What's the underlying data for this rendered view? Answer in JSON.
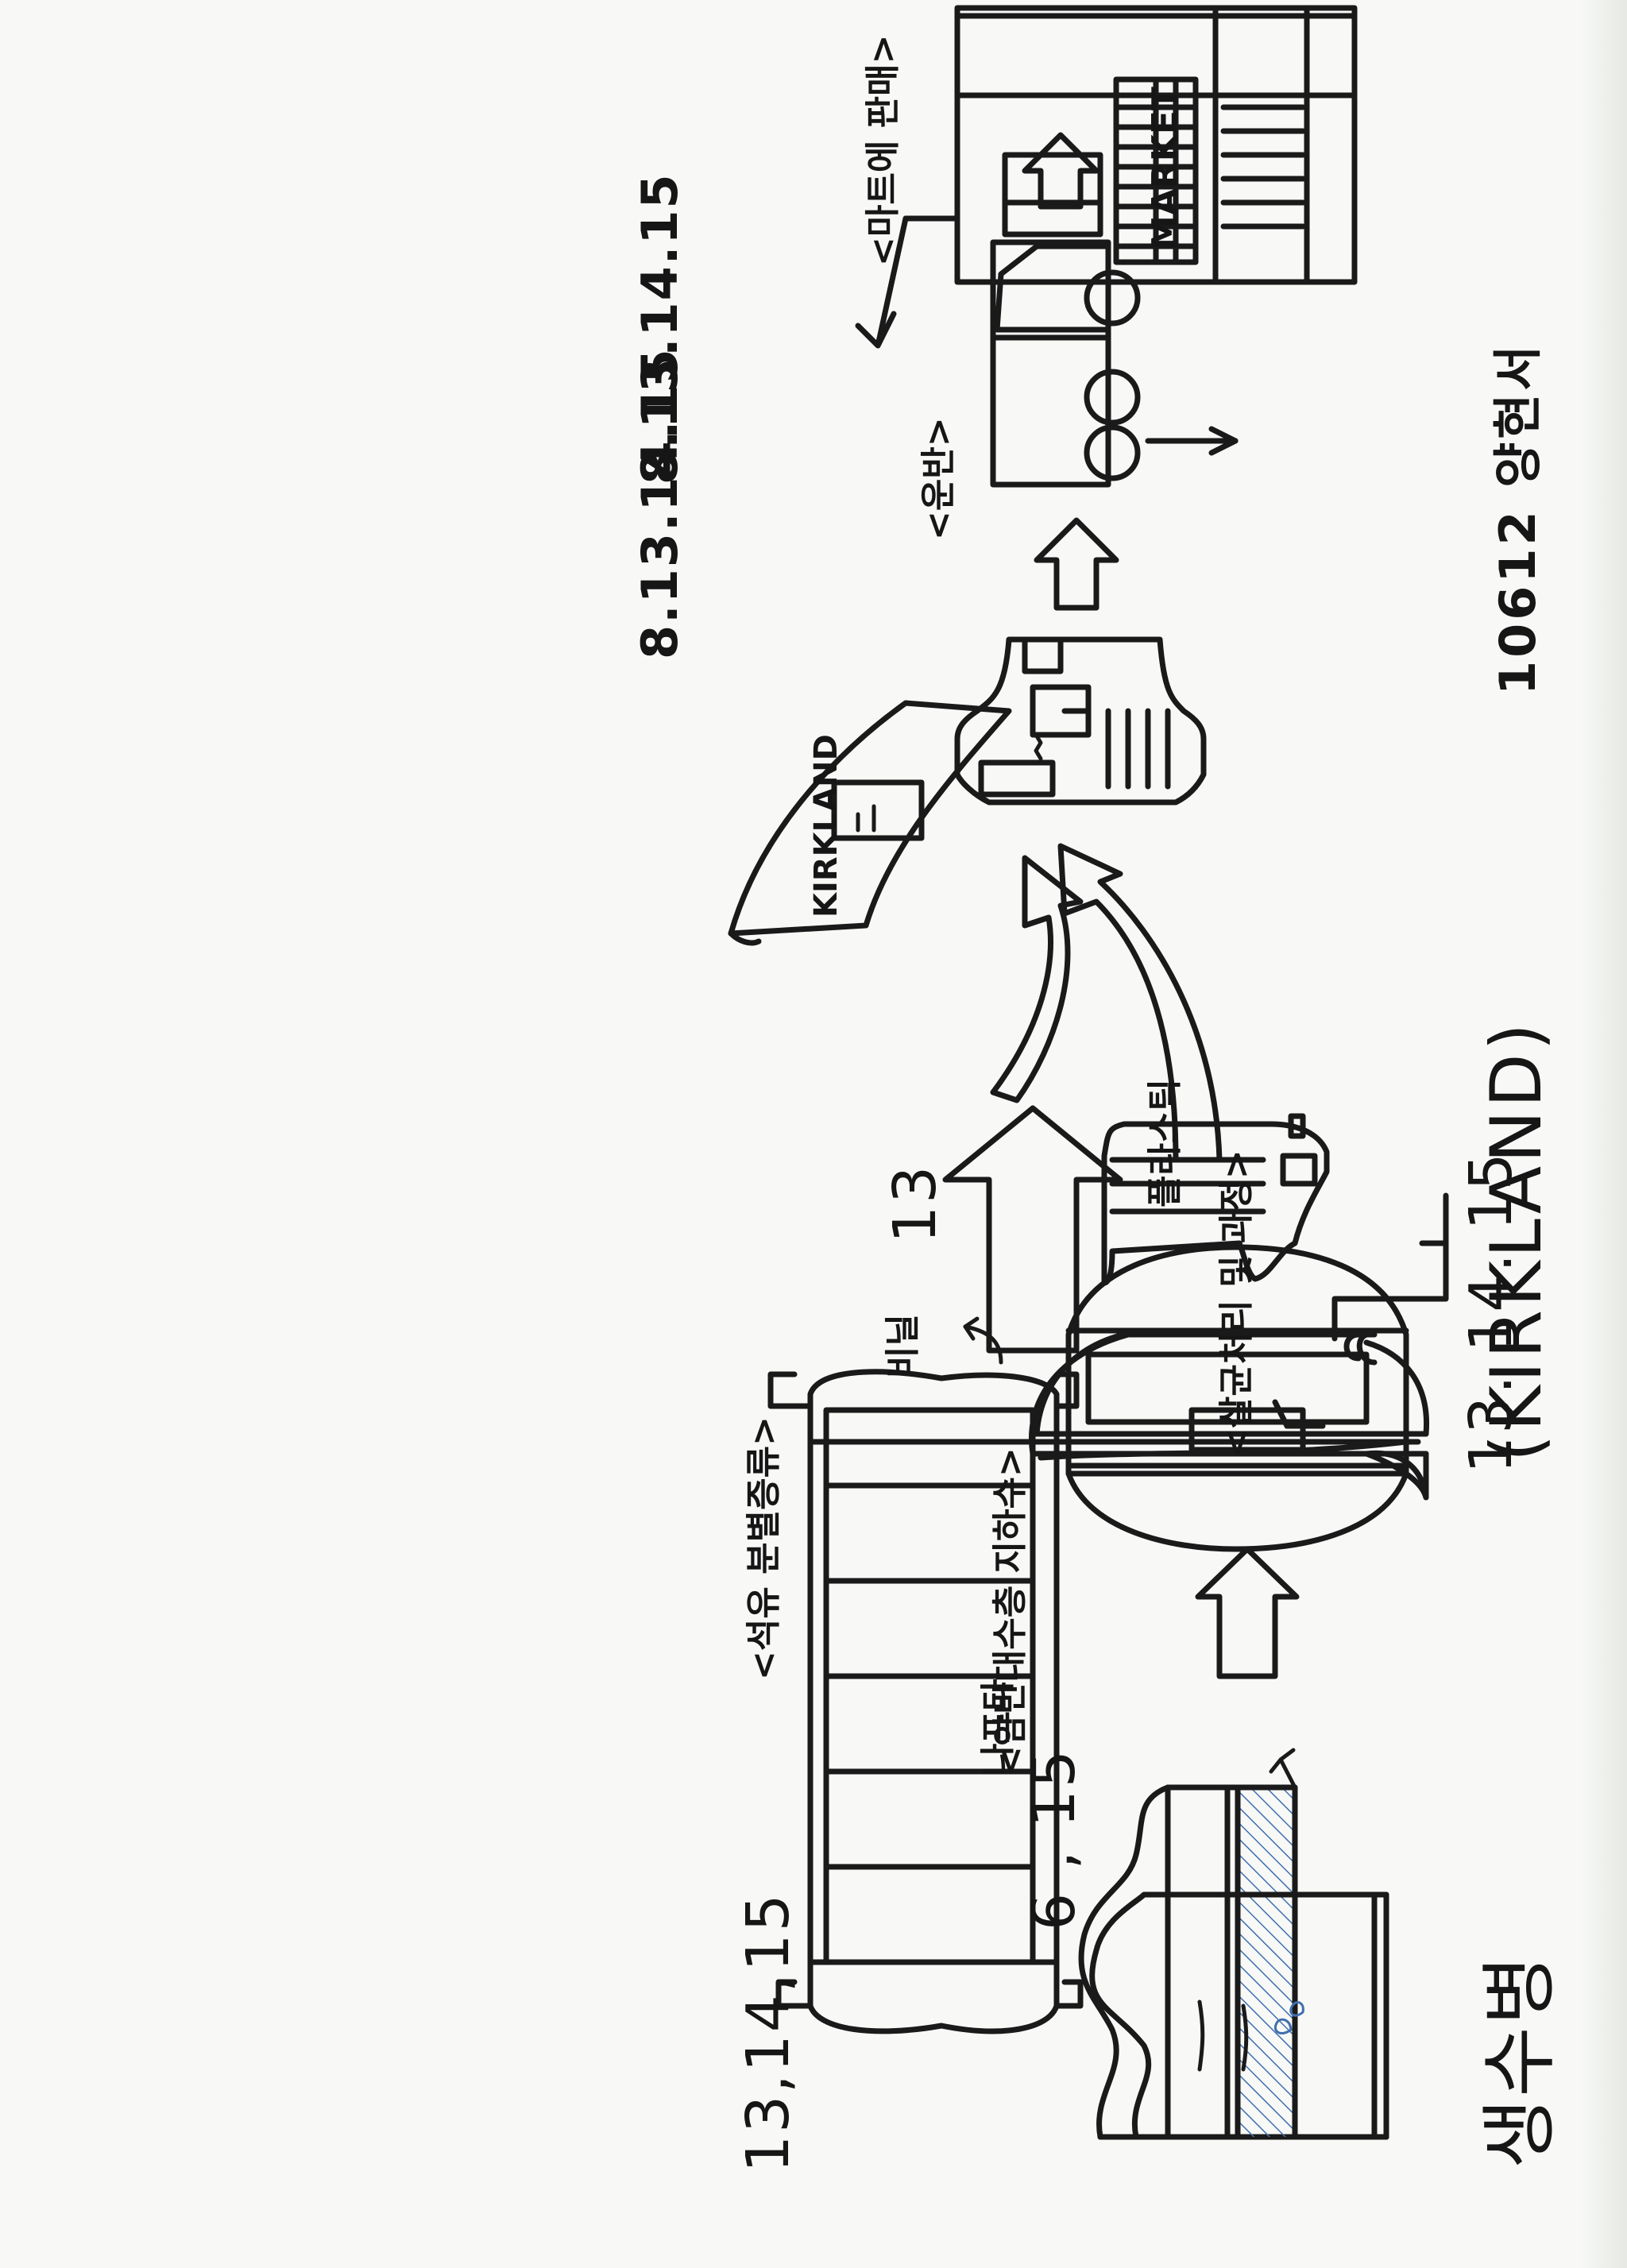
{
  "title": "생수병",
  "brand": "(KIRKLAND)",
  "author": "10612 양현서",
  "steps": {
    "source_label": "<암반대수층 지하수>",
    "source_numbers": "6 , 15",
    "purify_label": "<살균처리 및 과정>",
    "purify_number": "13",
    "naphtha_tank_text": "나프타",
    "naphtha_label": "<석유 분별증류>",
    "naphtha_numbers": "13,14,15",
    "vinyl_label": "비닐",
    "vinyl_brand": "KIRKLAND",
    "plastic_label": "플라스틱",
    "parts_numbers": "13. 14. 15",
    "transport_label": "<운반>",
    "transport_numbers": "8.13.14.15",
    "market_label": "<마트에 판매>",
    "market_sign": "MARKET",
    "market_numbers": "8.13.14.15"
  },
  "colors": {
    "ink": "#1a1a1a",
    "water_hatch": "#3f6fb0",
    "paper": "#f8f9f7"
  }
}
